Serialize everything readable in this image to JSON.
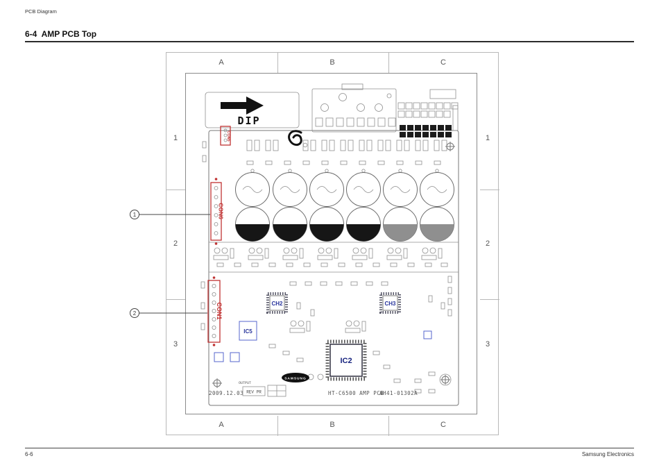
{
  "page": {
    "header_label": "PCB Diagram",
    "section_title": "6-4  AMP PCB Top",
    "footer_left": "6-6",
    "footer_right": "Samsung Electronics"
  },
  "grid": {
    "columns": [
      "A",
      "B",
      "C"
    ],
    "rows": [
      "1",
      "2",
      "3"
    ]
  },
  "callouts": {
    "c1": "1",
    "c2": "2"
  },
  "pcb": {
    "dip_label": "DIP",
    "con5_label": "CON5",
    "con6_label": "CON6",
    "con1_label": "CON1",
    "chips": {
      "ch2": "CH2",
      "ch3": "CH3",
      "ic5": "IC5",
      "ic2": "IC2"
    },
    "logo_text": "SAMSUNG",
    "bottom": {
      "date": "2009.12.03",
      "rev": "REV PR",
      "output": "OUTPUT",
      "model": "HT-C6500 AMP PCB",
      "part_no": "AH41-01302A"
    }
  },
  "colors": {
    "connector_red": "#c03333",
    "ic_blue": "#27339b"
  }
}
